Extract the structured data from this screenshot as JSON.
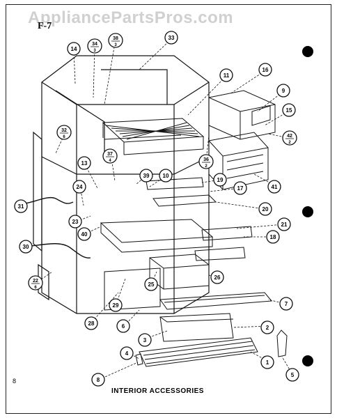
{
  "watermark": "AppliancePartsPros.com",
  "figure_label": "F-7",
  "caption": "INTERIOR ACCESSORIES",
  "page_number": "8",
  "callouts": [
    {
      "id": "c14",
      "label": "14"
    },
    {
      "id": "c34",
      "label": "34",
      "sub": "3"
    },
    {
      "id": "c38",
      "label": "38",
      "sub": "3"
    },
    {
      "id": "c33",
      "label": "33"
    },
    {
      "id": "c11",
      "label": "11"
    },
    {
      "id": "c16",
      "label": "16"
    },
    {
      "id": "c9",
      "label": "9"
    },
    {
      "id": "c15",
      "label": "15"
    },
    {
      "id": "c42",
      "label": "42",
      "sub": "2"
    },
    {
      "id": "c32",
      "label": "32",
      "sub": "6"
    },
    {
      "id": "c36",
      "label": "36",
      "sub": "2"
    },
    {
      "id": "c41",
      "label": "41"
    },
    {
      "id": "c37",
      "label": "37",
      "sub": "4"
    },
    {
      "id": "c13",
      "label": "13"
    },
    {
      "id": "c39",
      "label": "39"
    },
    {
      "id": "c10",
      "label": "10"
    },
    {
      "id": "c19",
      "label": "19"
    },
    {
      "id": "c17",
      "label": "17"
    },
    {
      "id": "c24",
      "label": "24"
    },
    {
      "id": "c31",
      "label": "31"
    },
    {
      "id": "c20",
      "label": "20"
    },
    {
      "id": "c23",
      "label": "23"
    },
    {
      "id": "c40",
      "label": "40"
    },
    {
      "id": "c21",
      "label": "21"
    },
    {
      "id": "c18",
      "label": "18"
    },
    {
      "id": "c30",
      "label": "30"
    },
    {
      "id": "c22",
      "label": "22",
      "sub": "6"
    },
    {
      "id": "c26",
      "label": "26"
    },
    {
      "id": "c25",
      "label": "25"
    },
    {
      "id": "c29",
      "label": "29"
    },
    {
      "id": "c28",
      "label": "28"
    },
    {
      "id": "c6",
      "label": "6"
    },
    {
      "id": "c7",
      "label": "7"
    },
    {
      "id": "c2",
      "label": "2"
    },
    {
      "id": "c3",
      "label": "3"
    },
    {
      "id": "c4",
      "label": "4"
    },
    {
      "id": "c1",
      "label": "1"
    },
    {
      "id": "c5",
      "label": "5"
    },
    {
      "id": "c8",
      "label": "8"
    }
  ]
}
